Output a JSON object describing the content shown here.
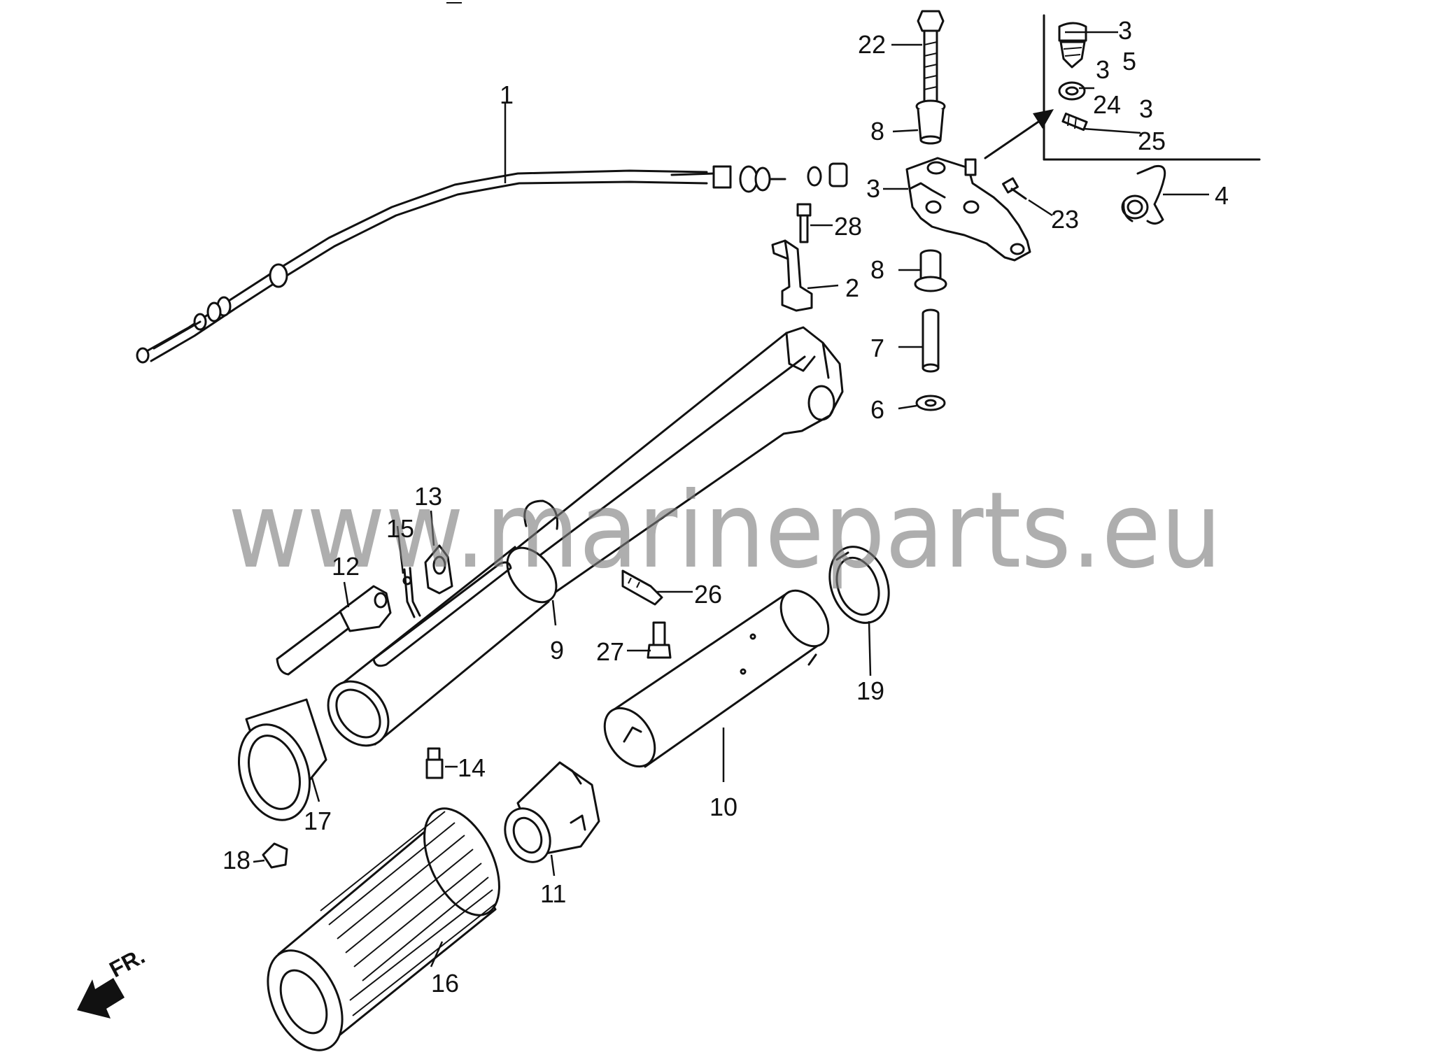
{
  "watermark": "www.marineparts.eu",
  "front_marker": "FR.",
  "parts": [
    {
      "id": "p1",
      "number": "1"
    },
    {
      "id": "p2",
      "number": "2"
    },
    {
      "id": "p3a",
      "number": "3"
    },
    {
      "id": "p3b",
      "number": "3"
    },
    {
      "id": "p3c",
      "number": "3"
    },
    {
      "id": "p3d",
      "number": "3"
    },
    {
      "id": "p4",
      "number": "4"
    },
    {
      "id": "p5",
      "number": "5"
    },
    {
      "id": "p6",
      "number": "6"
    },
    {
      "id": "p7",
      "number": "7"
    },
    {
      "id": "p8a",
      "number": "8"
    },
    {
      "id": "p8b",
      "number": "8"
    },
    {
      "id": "p9",
      "number": "9"
    },
    {
      "id": "p10",
      "number": "10"
    },
    {
      "id": "p11",
      "number": "11"
    },
    {
      "id": "p12",
      "number": "12"
    },
    {
      "id": "p13",
      "number": "13"
    },
    {
      "id": "p14",
      "number": "14"
    },
    {
      "id": "p15",
      "number": "15"
    },
    {
      "id": "p16",
      "number": "16"
    },
    {
      "id": "p17",
      "number": "17"
    },
    {
      "id": "p18",
      "number": "18"
    },
    {
      "id": "p19",
      "number": "19"
    },
    {
      "id": "p22",
      "number": "22"
    },
    {
      "id": "p23",
      "number": "23"
    },
    {
      "id": "p24",
      "number": "24"
    },
    {
      "id": "p25",
      "number": "25"
    },
    {
      "id": "p26",
      "number": "26"
    },
    {
      "id": "p27",
      "number": "27"
    },
    {
      "id": "p28",
      "number": "28"
    }
  ]
}
